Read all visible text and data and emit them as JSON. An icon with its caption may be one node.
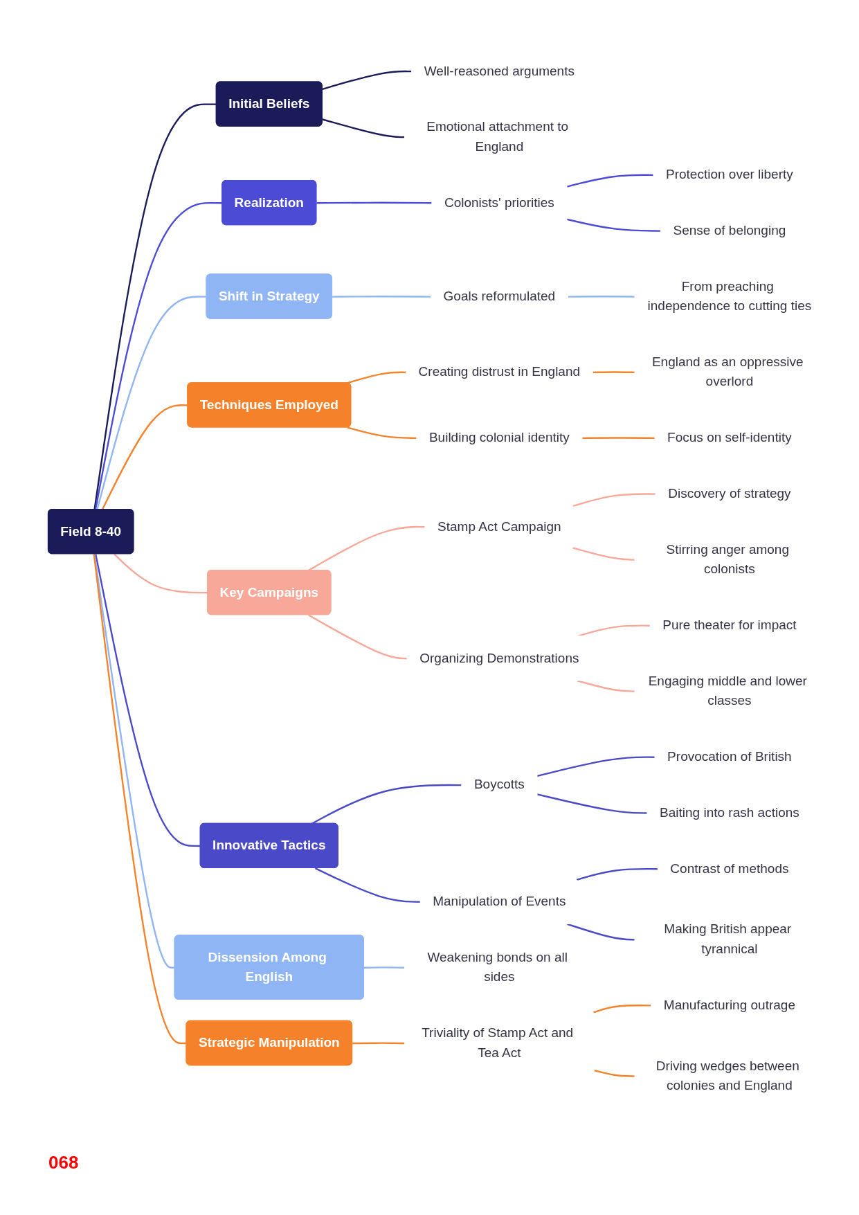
{
  "diagram": {
    "nodes": [
      {
        "text": [
          "Field 8-40"
        ]
      },
      {
        "text": [
          "Initial Beliefs"
        ]
      },
      {
        "text": [
          "Well-reasoned arguments"
        ]
      },
      {
        "text": [
          "Emotional attachment to England"
        ]
      },
      {
        "text": [
          "Realization"
        ]
      },
      {
        "text": [
          "Colonists' priorities"
        ]
      },
      {
        "text": [
          "Protection over liberty"
        ]
      },
      {
        "text": [
          "Sense of belonging"
        ]
      },
      {
        "text": [
          "Shift in Strategy"
        ]
      },
      {
        "text": [
          "Goals reformulated"
        ]
      },
      {
        "text": [
          "From preaching independence to cutting ties"
        ]
      },
      {
        "text": [
          "Techniques Employed"
        ]
      },
      {
        "text": [
          "Creating distrust in England"
        ]
      },
      {
        "text": [
          "England as an oppressive overlord"
        ]
      },
      {
        "text": [
          "Building colonial identity"
        ]
      },
      {
        "text": [
          "Focus on self-identity"
        ]
      },
      {
        "text": [
          "Key Campaigns"
        ]
      },
      {
        "text": [
          "Stamp Act Campaign"
        ]
      },
      {
        "text": [
          "Discovery of strategy"
        ]
      },
      {
        "text": [
          "Stirring anger among colonists"
        ]
      },
      {
        "text": [
          "Organizing Demonstrations"
        ]
      },
      {
        "text": [
          "Pure theater for impact"
        ]
      },
      {
        "text": [
          "Engaging middle and lower classes"
        ]
      },
      {
        "text": [
          "Innovative Tactics"
        ]
      },
      {
        "text": [
          "Boycotts"
        ]
      },
      {
        "text": [
          "Provocation of British"
        ]
      },
      {
        "text": [
          "Baiting into rash actions"
        ]
      },
      {
        "text": [
          "Manipulation of Events"
        ]
      },
      {
        "text": [
          "Contrast of methods"
        ]
      },
      {
        "text": [
          "Making British appear tyrannical"
        ]
      },
      {
        "text": [
          "Dissension Among English"
        ]
      },
      {
        "text": [
          "Weakening bonds on all sides"
        ]
      },
      {
        "text": [
          "Strategic Manipulation"
        ]
      },
      {
        "text": [
          "Triviality of Stamp Act and Tea Act"
        ]
      },
      {
        "text": [
          "Manufacturing outrage"
        ]
      },
      {
        "text": [
          "Driving wedges between colonies and England"
        ]
      }
    ],
    "edges": [
      {
        "from": 0,
        "to": 1,
        "arrow": "none",
        "color": "#1b1b5a"
      },
      {
        "from": 1,
        "to": 2,
        "arrow": "none",
        "color": "#1b1b5a"
      },
      {
        "from": 1,
        "to": 3,
        "arrow": "none",
        "color": "#1b1b5a"
      },
      {
        "from": 0,
        "to": 4,
        "arrow": "none",
        "color": "#4b4bd6"
      },
      {
        "from": 4,
        "to": 5,
        "arrow": "none",
        "color": "#4b4bd6"
      },
      {
        "from": 5,
        "to": 6,
        "arrow": "none",
        "color": "#4b4bd6"
      },
      {
        "from": 5,
        "to": 7,
        "arrow": "none",
        "color": "#4b4bd6"
      },
      {
        "from": 0,
        "to": 8,
        "arrow": "none",
        "color": "#8fb5f5"
      },
      {
        "from": 8,
        "to": 9,
        "arrow": "none",
        "color": "#8fb5f5"
      },
      {
        "from": 9,
        "to": 10,
        "arrow": "none",
        "color": "#8fb5f5"
      },
      {
        "from": 0,
        "to": 11,
        "arrow": "none",
        "color": "#f5822a"
      },
      {
        "from": 11,
        "to": 12,
        "arrow": "none",
        "color": "#f5822a"
      },
      {
        "from": 12,
        "to": 13,
        "arrow": "none",
        "color": "#f5822a"
      },
      {
        "from": 11,
        "to": 14,
        "arrow": "none",
        "color": "#f5822a"
      },
      {
        "from": 14,
        "to": 15,
        "arrow": "none",
        "color": "#f5822a"
      },
      {
        "from": 0,
        "to": 16,
        "arrow": "none",
        "color": "#f7a898"
      },
      {
        "from": 16,
        "to": 17,
        "arrow": "none",
        "color": "#f7a898"
      },
      {
        "from": 17,
        "to": 18,
        "arrow": "none",
        "color": "#f7a898"
      },
      {
        "from": 17,
        "to": 19,
        "arrow": "none",
        "color": "#f7a898"
      },
      {
        "from": 16,
        "to": 20,
        "arrow": "none",
        "color": "#f7a898"
      },
      {
        "from": 20,
        "to": 21,
        "arrow": "none",
        "color": "#f7a898"
      },
      {
        "from": 20,
        "to": 22,
        "arrow": "none",
        "color": "#f7a898"
      },
      {
        "from": 0,
        "to": 23,
        "arrow": "none",
        "color": "#4a4ac8"
      },
      {
        "from": 23,
        "to": 24,
        "arrow": "none",
        "color": "#4a4ac8"
      },
      {
        "from": 24,
        "to": 25,
        "arrow": "none",
        "color": "#4a4ac8"
      },
      {
        "from": 24,
        "to": 26,
        "arrow": "none",
        "color": "#4a4ac8"
      },
      {
        "from": 23,
        "to": 27,
        "arrow": "none",
        "color": "#4a4ac8"
      },
      {
        "from": 27,
        "to": 28,
        "arrow": "none",
        "color": "#4a4ac8"
      },
      {
        "from": 27,
        "to": 29,
        "arrow": "none",
        "color": "#4a4ac8"
      },
      {
        "from": 0,
        "to": 30,
        "arrow": "none",
        "color": "#8fb5f5"
      },
      {
        "from": 30,
        "to": 31,
        "arrow": "none",
        "color": "#8fb5f5"
      },
      {
        "from": 0,
        "to": 32,
        "arrow": "none",
        "color": "#f5822a"
      },
      {
        "from": 32,
        "to": 33,
        "arrow": "none",
        "color": "#f5822a"
      },
      {
        "from": 33,
        "to": 34,
        "arrow": "none",
        "color": "#f5822a"
      },
      {
        "from": 33,
        "to": 35,
        "arrow": "none",
        "color": "#f5822a"
      }
    ],
    "labels": [
      "068"
    ]
  }
}
